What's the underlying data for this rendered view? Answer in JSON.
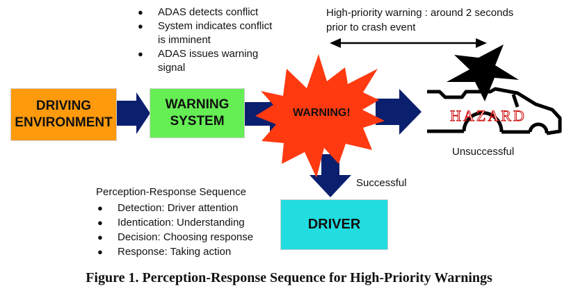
{
  "boxes": {
    "driving_environment": "DRIVING ENVIRONMENT",
    "warning_system": "WARNING SYSTEM",
    "driver": "DRIVER"
  },
  "warning_burst": {
    "label": "WARNING!"
  },
  "system_steps": [
    "ADAS detects conflict",
    "System indicates conflict is imminent",
    "ADAS issues warning signal"
  ],
  "high_priority_note": "High-priority warning : around 2 seconds prior to crash event",
  "hazard": {
    "label": "HAZARD",
    "outcome": "Unsuccessful"
  },
  "driver_outcome": "Successful",
  "perception_response": {
    "title": "Perception-Response Sequence",
    "items": [
      "Detection: Driver attention",
      "Identication: Understanding",
      "Decision: Choosing response",
      "Response: Taking action"
    ]
  },
  "caption": "Figure 1. Perception-Response Sequence for High-Priority Warnings",
  "colors": {
    "driving_environment": "#ff9a0d",
    "warning_system": "#66ee55",
    "driver": "#22dde0",
    "burst": "#ff3a10",
    "arrow": "#0a1f6e",
    "hazard_text": "#cc1111"
  },
  "icons": [
    "black-star-icon",
    "crashed-car-outline-icon",
    "double-headed-arrow-icon"
  ]
}
